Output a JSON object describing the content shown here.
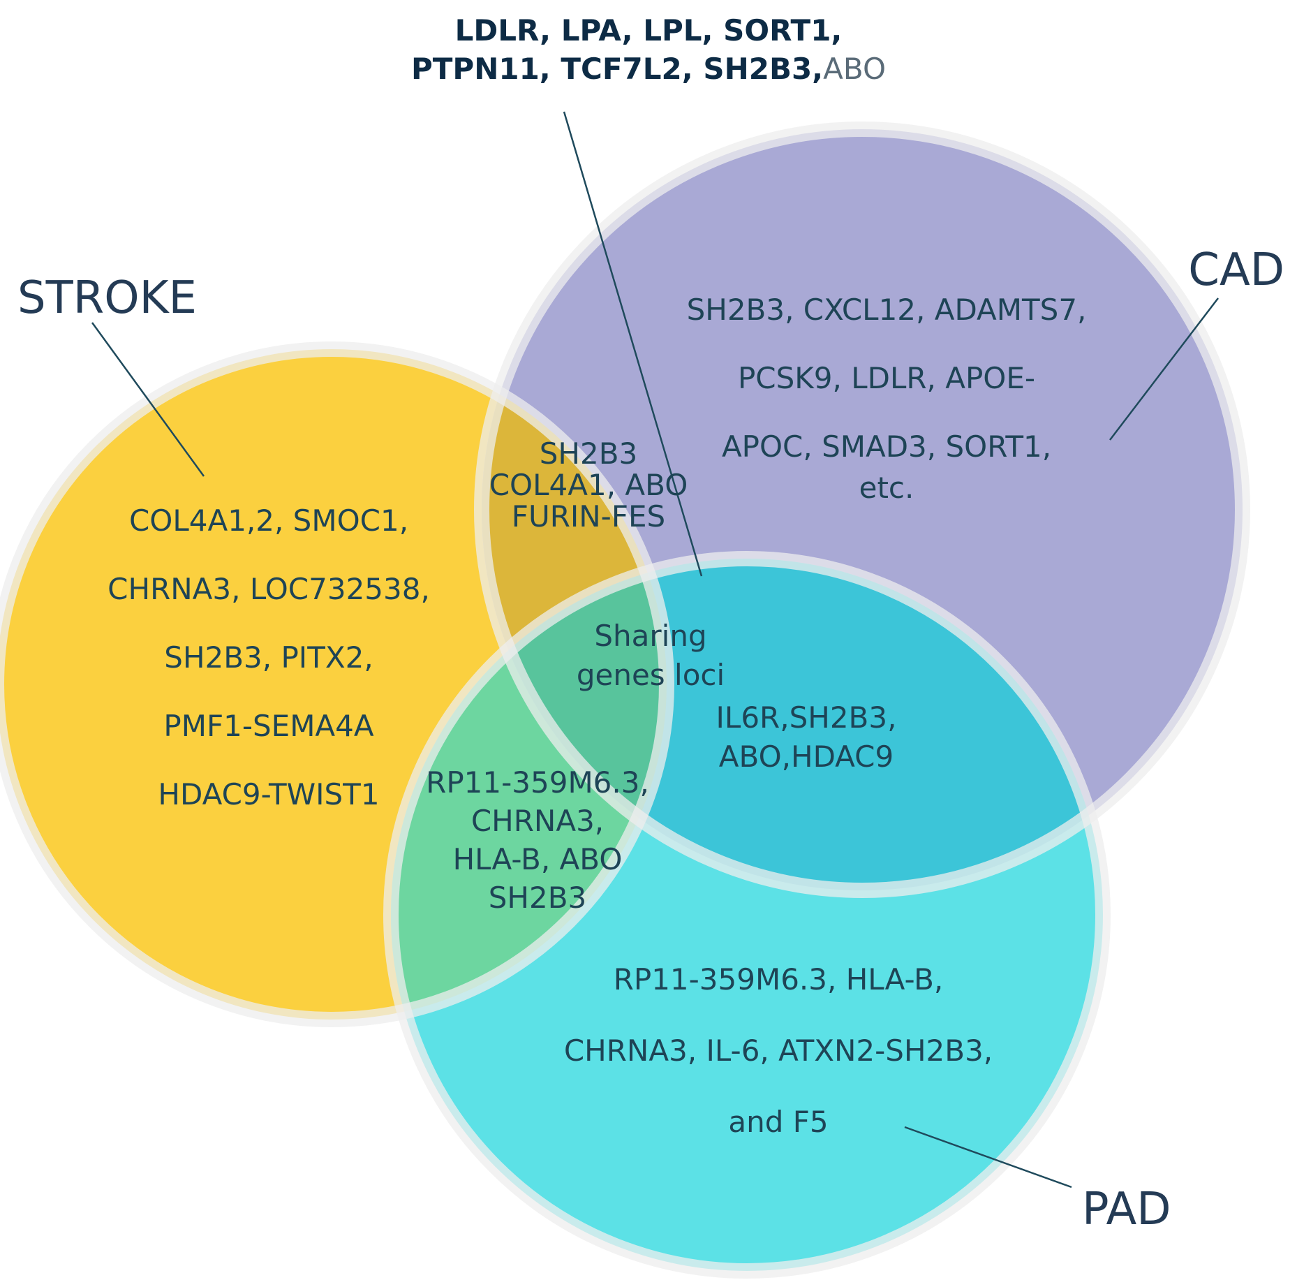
{
  "labels": {
    "stroke": "STROKE",
    "cad": "CAD",
    "pad": "PAD"
  },
  "shared_top": {
    "line1": "LDLR, LPA, LPL, SORT1,",
    "line2_bold": "PTPN11, TCF7L2, SH2B3,",
    "line2_light": "ABO"
  },
  "regions": {
    "stroke_only": [
      "COL4A1,2, SMOC1,",
      "CHRNA3, LOC732538,",
      "SH2B3, PITX2,",
      "PMF1-SEMA4A",
      "HDAC9-TWIST1"
    ],
    "cad_only": [
      "SH2B3, CXCL12, ADAMTS7,",
      "PCSK9, LDLR, APOE-",
      "APOC, SMAD3, SORT1,",
      "etc."
    ],
    "pad_only": [
      "RP11-359M6.3, HLA-B,",
      "CHRNA3, IL-6, ATXN2-SH2B3,",
      "and F5"
    ],
    "stroke_cad": [
      "SH2B3",
      "COL4A1, ABO",
      "FURIN-FES"
    ],
    "center": [
      "Sharing",
      "genes loci"
    ],
    "cad_pad": [
      "IL6R,SH2B3,",
      "ABO,HDAC9"
    ],
    "stroke_pad": [
      "RP11-359M6.3,",
      "CHRNA3,",
      "HLA-B, ABO",
      "SH2B3"
    ]
  },
  "colors": {
    "stroke": "#FBD03F",
    "cad": "#A9A9D5",
    "pad": "#5CE1E6",
    "stroke_cad": "#DCB63A",
    "stroke_pad": "#6DD6A0",
    "cad_pad": "#3CC5D8",
    "center": "#58C49C",
    "ring": "#EDEDED",
    "line": "#1f4a5c"
  }
}
